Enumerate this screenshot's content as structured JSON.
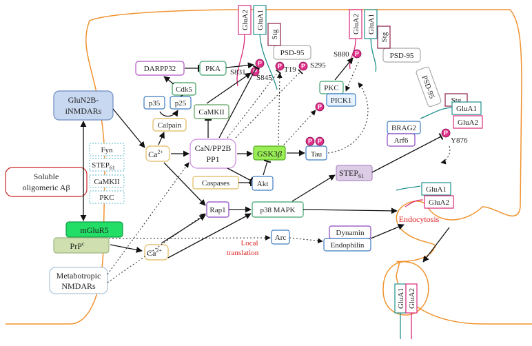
{
  "cell_labels": {
    "soluble_abeta_line1": "Soluble",
    "soluble_abeta_line2": "oligomeric Aβ",
    "glun2b_line1": "GluN2B-",
    "glun2b_line2": "iNMDARs",
    "mglur5": "mGluR5",
    "prpc": "PrP",
    "prpc_sup": "c",
    "metabotropic_line1": "Metabotropic",
    "metabotropic_line2": "NMDARs",
    "fyn": "Fyn",
    "step61_kinase": "STEP",
    "step61_kinase_sub": "61",
    "camkii_left": "CaMKII",
    "pkc_left": "PKC",
    "ca_top": "Ca",
    "ca_top_sup": "2+",
    "ca_bottom": "Ca",
    "ca_bottom_sup": "2+",
    "darpp32": "DARPP32",
    "pka": "PKA",
    "cdk5": "Cdk5",
    "p35": "p35",
    "p25": "p25",
    "calpain": "Calpain",
    "camkii_mid": "CaMKII",
    "can_line1": "CaN/PP2B",
    "can_line2": "PP1",
    "caspases": "Caspases",
    "akt": "Akt",
    "gsk3b": "GSK3",
    "gsk3b_beta": "β",
    "tau": "Tau",
    "rap1": "Rap1",
    "p38": "p38 MAPK",
    "arc": "Arc",
    "local_translation_line1": "Local",
    "local_translation_line2": "translation",
    "dynamin": "Dynamin",
    "endophilin": "Endophilin",
    "endocytosis": "Endocytosis",
    "step61_main": "STEP",
    "step61_main_sub": "61",
    "brag2": "BRAG2",
    "arf6": "Arf6",
    "y876": "Y876",
    "pkc_right": "PKC",
    "pick1": "PICK1",
    "psd95_top": "PSD-95",
    "psd95_right": "PSD-95",
    "psd95_rot": "PSD-95",
    "s831": "S831",
    "s845": "S845",
    "t19": "T19",
    "s295": "S295",
    "s880": "S880",
    "glua2": "GluA2",
    "glua1": "GluA1",
    "stg": "Stg",
    "p": "P"
  },
  "colors": {
    "membrane": "#f0922e",
    "glua2": "#d8297a",
    "glua1": "#1f8f8a",
    "stg": "#8a1f4a",
    "camkii_box": "#5aa05a",
    "kinase_dotted": "#7cc8d8",
    "glun2b_fill": "#c8d8f0",
    "mglur5_fill": "#22dd66",
    "prpc_fill": "#cfdfb0",
    "gsk3b_fill": "#99ee55",
    "step61_fill": "#ddcce6",
    "endocytosis_text": "#dd2222",
    "local_translation_text": "#dd2222",
    "phospho": "#e0308a",
    "abeta_border": "#cc2222"
  }
}
